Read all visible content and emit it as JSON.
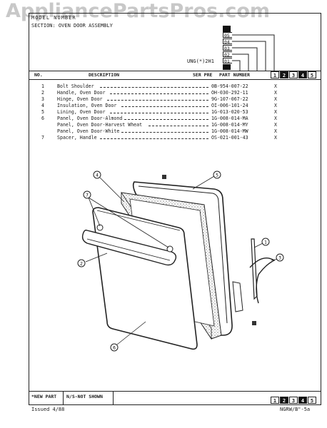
{
  "watermark": "AppliancePartsPros.com",
  "header": {
    "model_line": "MODEL NUMBER",
    "section_line": "SECTION: OVEN DOOR ASSEMBLY",
    "codes": [
      "05",
      "04",
      "03",
      "02",
      "01"
    ],
    "unit": "UNG(*)2H1"
  },
  "columns": {
    "no": "NO.",
    "description": "DESCRIPTION",
    "ser_pre": "SER PRE",
    "part_number": "PART NUMBER",
    "variants": [
      "1",
      "2",
      "3",
      "4",
      "5"
    ]
  },
  "parts": [
    {
      "no": "1",
      "description": "Bolt Shoulder",
      "part": "0B-954-007-22",
      "mark": "X"
    },
    {
      "no": "2",
      "description": "Handle, Oven Door",
      "part": "OH-030-292-11",
      "mark": "X"
    },
    {
      "no": "3",
      "description": "Hinge, Oven Door",
      "part": "9G-107-067-22",
      "mark": "X"
    },
    {
      "no": "4",
      "description": "Insulation, Oven Door",
      "part": "OI-006-101-24",
      "mark": "X"
    },
    {
      "no": "5",
      "description": "Lining, Oven Door",
      "part": "1G-013-020-53",
      "mark": "X"
    },
    {
      "no": "6",
      "description": "Panel, Oven Door-Almond",
      "part": "1G-008-014-MA",
      "mark": "X"
    },
    {
      "no": "",
      "description": "Panel, Oven Door-Harvest Wheat",
      "part": "1G-008-014-MY",
      "mark": "X"
    },
    {
      "no": "",
      "description": "Panel, Oven Door-White",
      "part": "1G-008-014-MW",
      "mark": "X"
    },
    {
      "no": "7",
      "description": "Spacer, Handle",
      "part": "OS-021-001-43",
      "mark": "X"
    }
  ],
  "callouts": [
    "1",
    "2",
    "3",
    "4",
    "5",
    "6",
    "7"
  ],
  "footer": {
    "new_part": "*NEW PART",
    "not_shown": "N/S-NOT SHOWN",
    "variants": [
      "1",
      "2",
      "3",
      "4",
      "5"
    ],
    "issued": "Issued 4/88",
    "doc_ref": "NGRW/B\"-5a"
  }
}
